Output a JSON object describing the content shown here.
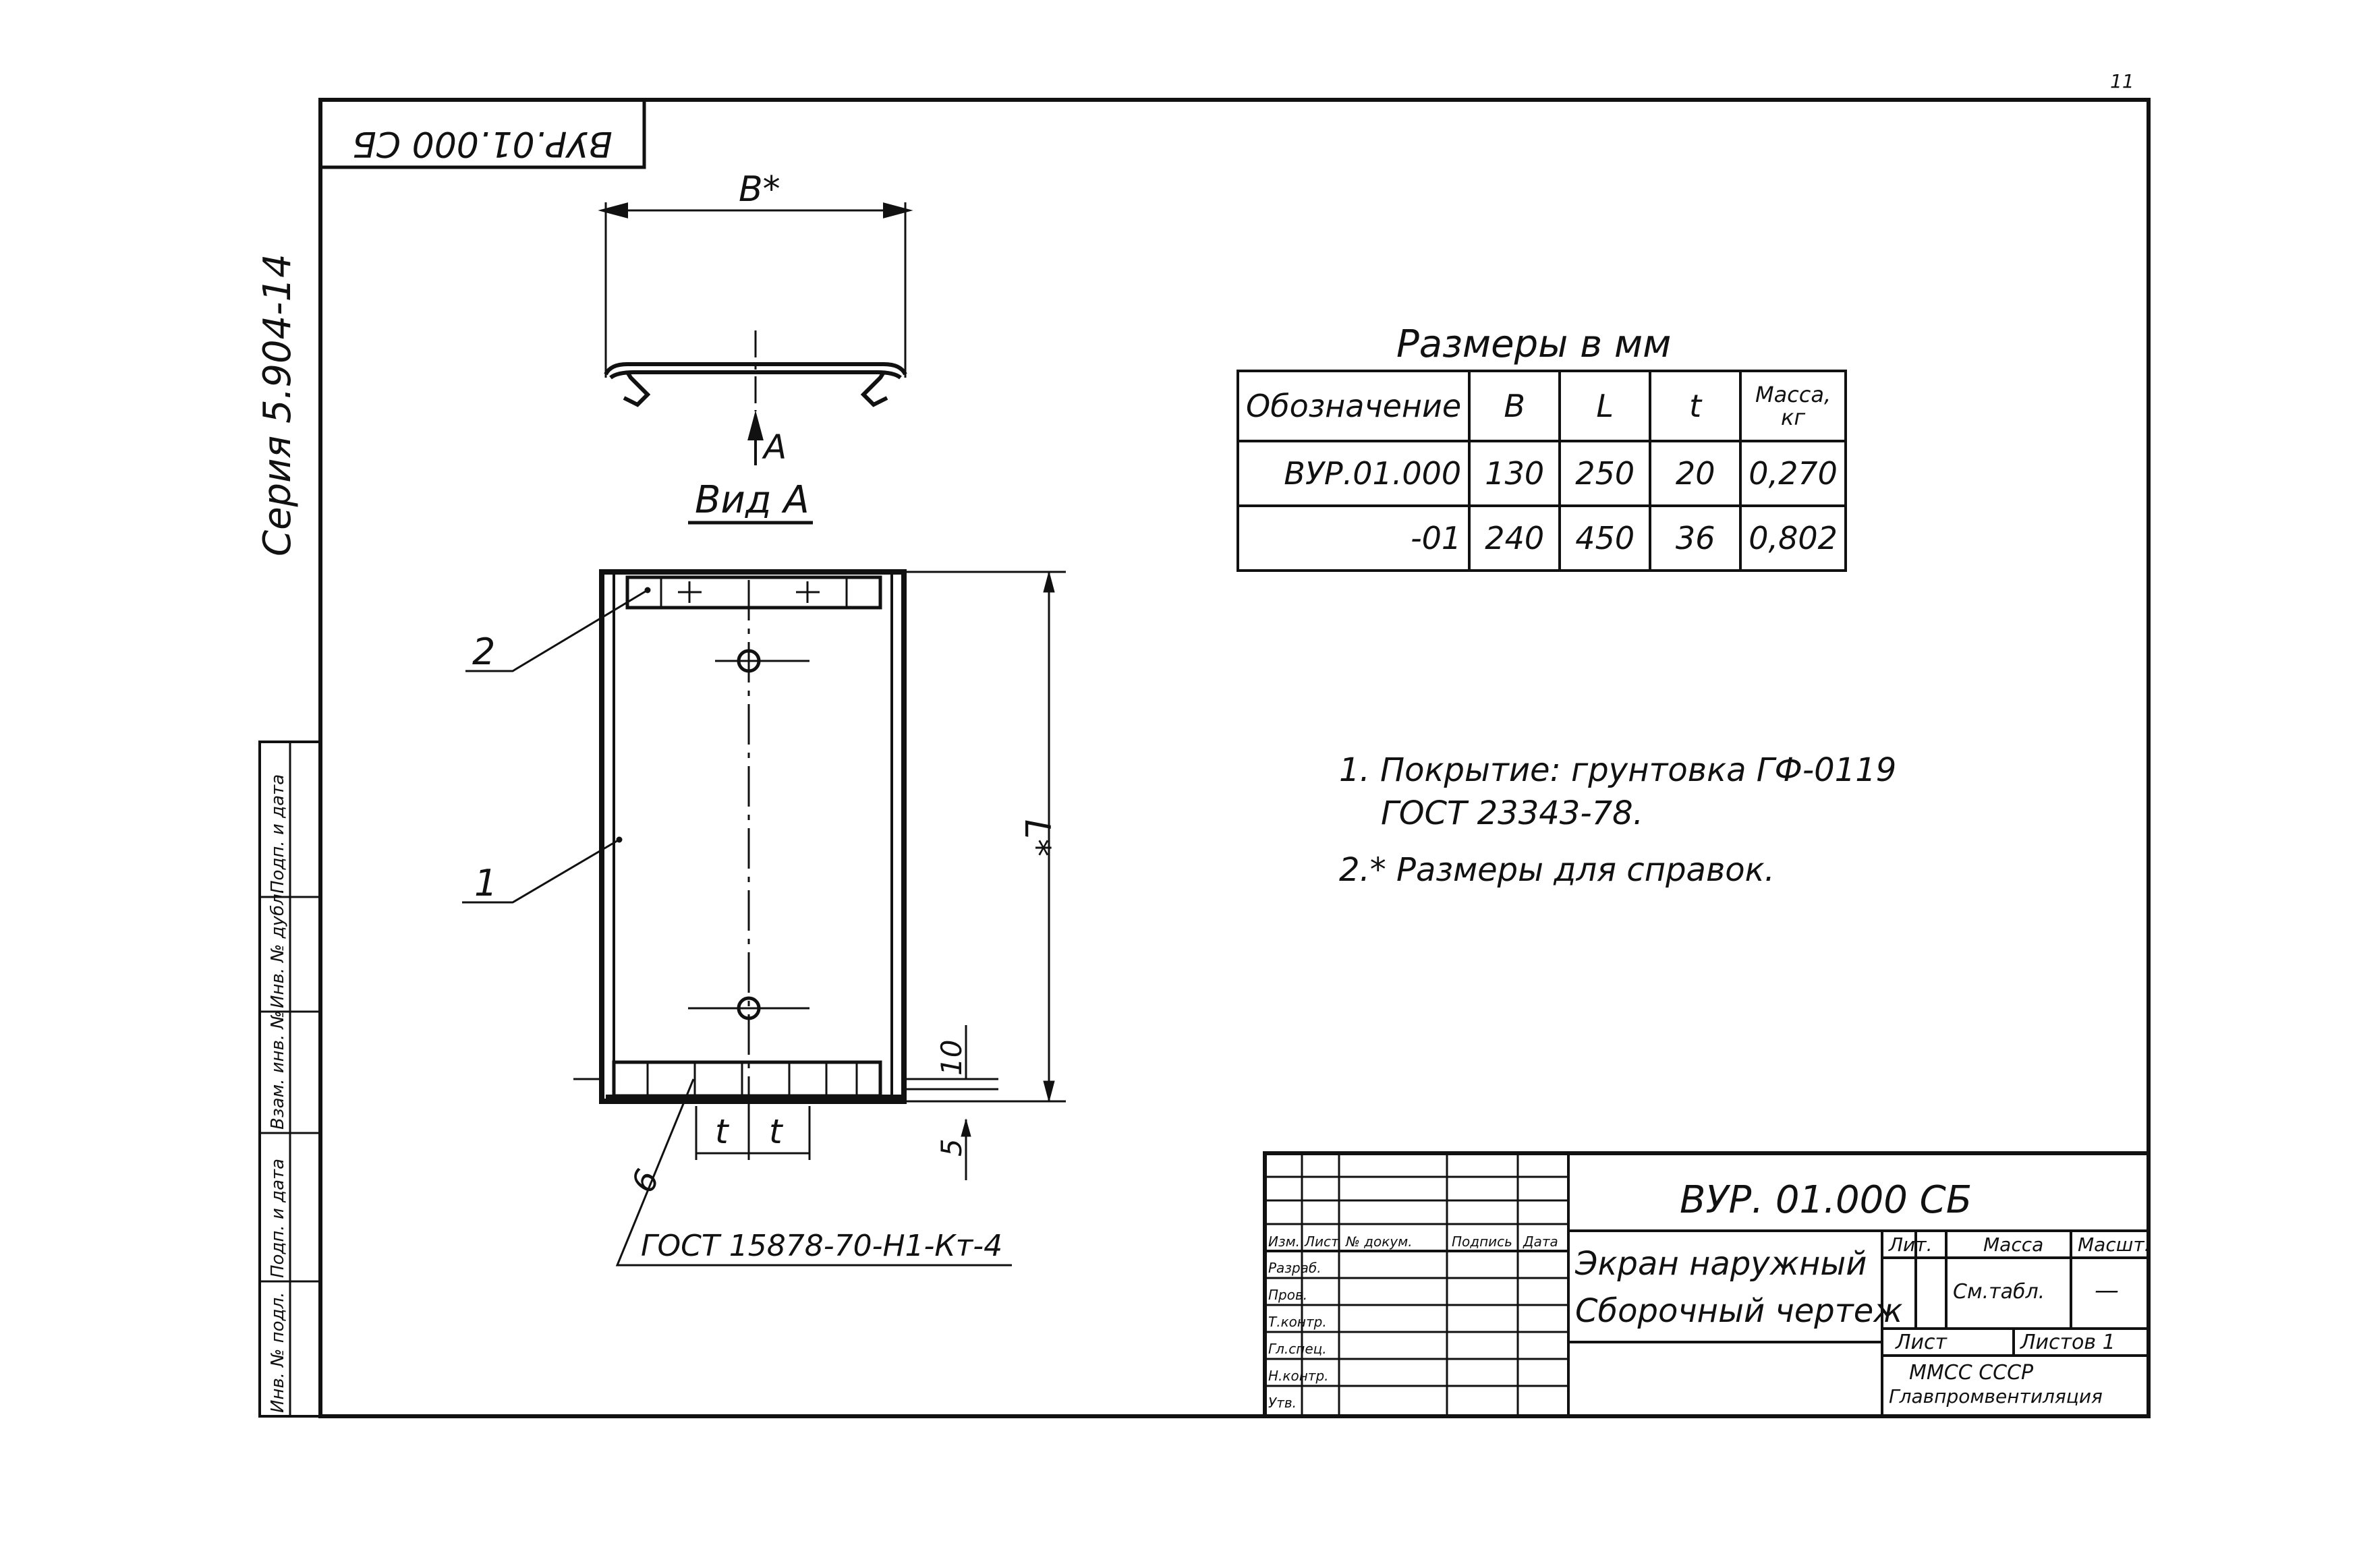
{
  "page_number": "11",
  "stamp_code_rotated": "ВУР.01.000 СБ",
  "series_label": "Серия 5.904-14",
  "side_stamp_labels": [
    "Подп. и дата",
    "Инв. № дубл.",
    "Взам. инв. №",
    "Подп. и дата",
    "Инв. № подл."
  ],
  "drawing": {
    "dim_width": "B*",
    "dim_length": "L*",
    "arrow_label": "A",
    "view_label": "Вид А",
    "dim_10": "10",
    "dim_5": "5",
    "dim_t1": "t",
    "dim_t2": "t",
    "callout_1": "1",
    "callout_2": "2",
    "callout_6": "6",
    "weld_note": "ГОСТ 15878-70-Н1-Кт-4"
  },
  "spec_table": {
    "title": "Размеры в мм",
    "headers": [
      "Обозначение",
      "B",
      "L",
      "t",
      "Масса, кг"
    ],
    "rows": [
      [
        "ВУР.01.000",
        "130",
        "250",
        "20",
        "0,270"
      ],
      [
        "-01",
        "240",
        "450",
        "36",
        "0,802"
      ]
    ]
  },
  "notes": {
    "line1": "1. Покрытие: грунтовка ГФ-0119",
    "line2": "ГОСТ 23343-78.",
    "line3": "2.* Размеры для справок."
  },
  "title_block": {
    "code": "ВУР. 01.000 СБ",
    "name_line1": "Экран наружный",
    "name_line2": "Сборочный чертеж",
    "col_lit": "Лит.",
    "col_mass": "Масса",
    "col_scale": "Масшт.",
    "mass_value": "См.табл.",
    "scale_value": "—",
    "sheet": "Лист",
    "sheets": "Листов 1",
    "org_line1": "ММСС СССР",
    "org_line2": "Главпромвентиляция",
    "header_cells": [
      "Изм.",
      "Лист",
      "№ докум.",
      "Подпись",
      "Дата"
    ],
    "role_rows": [
      "Разраб.",
      "Пров.",
      "Т.контр.",
      "Гл.спец.",
      "Н.контр.",
      "Утв."
    ]
  }
}
